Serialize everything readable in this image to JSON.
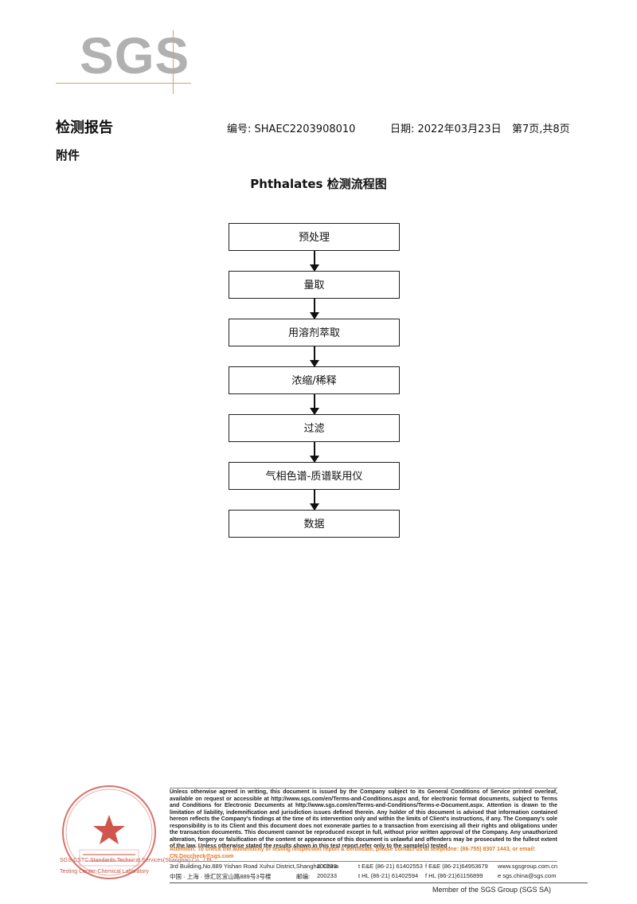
{
  "logo": {
    "text": "SGS"
  },
  "header": {
    "title": "检测报告",
    "report_no": "编号: SHAEC2203908010",
    "date": "日期: 2022年03月23日",
    "page": "第7页,共8页"
  },
  "appendix": "附件",
  "flowchart": {
    "title": "Phthalates 检测流程图",
    "steps": [
      "预处理",
      "量取",
      "用溶剂萃取",
      "浓缩/稀释",
      "过滤",
      "气相色谱-质谱联用仪",
      "数据"
    ]
  },
  "footer": {
    "disclaimer": "Unless otherwise agreed in writing, this document is issued by the Company subject to its General Conditions of Service printed overleaf, available on request or accessible at http://www.sgs.com/en/Terms-and-Conditions.aspx and, for electronic format documents, subject to Terms and Conditions for Electronic Documents at http://www.sgs.com/en/Terms-and-Conditions/Terms-e-Document.aspx. Attention is drawn to the limitation of liability, indemnification and jurisdiction issues defined therein. Any holder of this document is advised that information contained hereon reflects the Company's findings at the time of its intervention only and within the limits of Client's instructions, if any. The Company's sole responsibility is to its Client and this document does not exonerate parties to a transaction from exercising all their rights and obligations under the transaction documents. This document cannot be reproduced except in full, without prior written approval of the Company. Any unauthorized alteration, forgery or falsification of the content or appearance of this document is unlawful and offenders may be prosecuted to the fullest extent of the law. Unless otherwise stated the results shown in this test report refer only to the sample(s) tested .",
    "attention": "Attention: To check the authenticity of testing /inspection report & certificate, please contact us at telephone: (86-755) 8307 1443, or email: CN.Doccheck@sgs.com",
    "address_en": "3rd Building,No.889 Yishan Road Xuhui District,Shanghai China",
    "postcode_en": "200233",
    "tel_en": "t E&E (86-21) 61402553",
    "fax_en": "f E&E (86-21)64953679",
    "web": "www.sgsgroup.com.cn",
    "address_cn": "中国 · 上海 · 徐汇区宜山路889号3号楼",
    "postcode_label_cn": "邮编:",
    "postcode_cn": "200233",
    "tel_cn": "t HL (86-21) 61402594",
    "fax_cn": "f HL (86-21)61156899",
    "email": "e  sgs.china@sgs.com",
    "member": "Member of the SGS Group (SGS SA)",
    "seal_side_1": "SGS-CSTC Standards Technical Services(Shanghai) Co., Ltd.",
    "seal_side_2": "Testing Center-Chemical Laboratory"
  },
  "colors": {
    "logo_gray": "#b1b1b1",
    "logo_line": "#d9a062",
    "attention_orange": "#e07a22",
    "seal_red": "#c8372d"
  }
}
